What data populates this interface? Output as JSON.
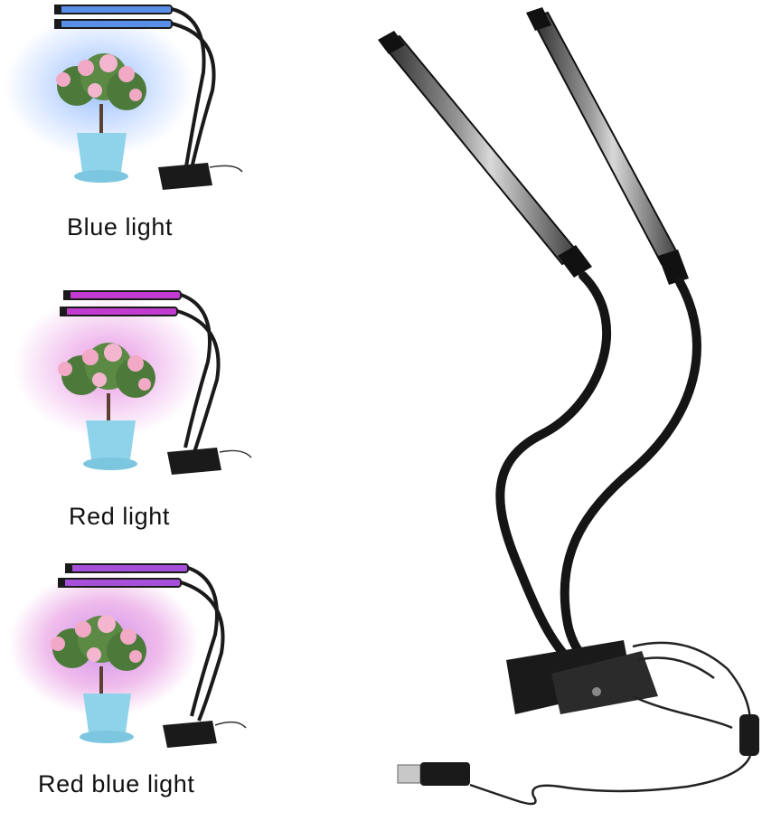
{
  "panels": [
    {
      "caption": "Blue light",
      "mode": "blue"
    },
    {
      "caption": "Red light",
      "mode": "red"
    },
    {
      "caption": "Red blue light",
      "mode": "redblue"
    }
  ],
  "colors": {
    "blue_glow": "#7fb0ff",
    "red_glow": "#e05ad6",
    "redblue_glow": "#b06ae8",
    "lamp_body": "#1a1a1a",
    "pot": "#8fd3ea",
    "flowers": "#f1a9c6",
    "leaves": "#4c7a3a"
  },
  "icons": [
    "grow-light-lamp-icon",
    "potted-plant-icon",
    "usb-plug-icon",
    "clip-icon",
    "inline-switch-icon"
  ]
}
